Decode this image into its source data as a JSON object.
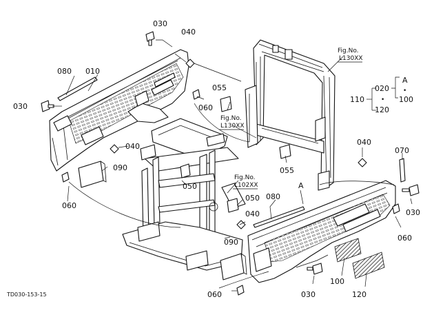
{
  "parts": {
    "p010": "010",
    "p020": "020",
    "p030": "030",
    "p040": "040",
    "p050": "050",
    "p055": "055",
    "p060": "060",
    "p070": "070",
    "p080": "080",
    "p090": "090",
    "p100": "100",
    "p110": "110",
    "p120": "120",
    "A": "A",
    "dot": "•"
  },
  "figure_refs": {
    "fig_label": "Fig.No.",
    "l130": "L130XX",
    "l102": "L102XX"
  },
  "drawing_id": "TD030-153-15"
}
